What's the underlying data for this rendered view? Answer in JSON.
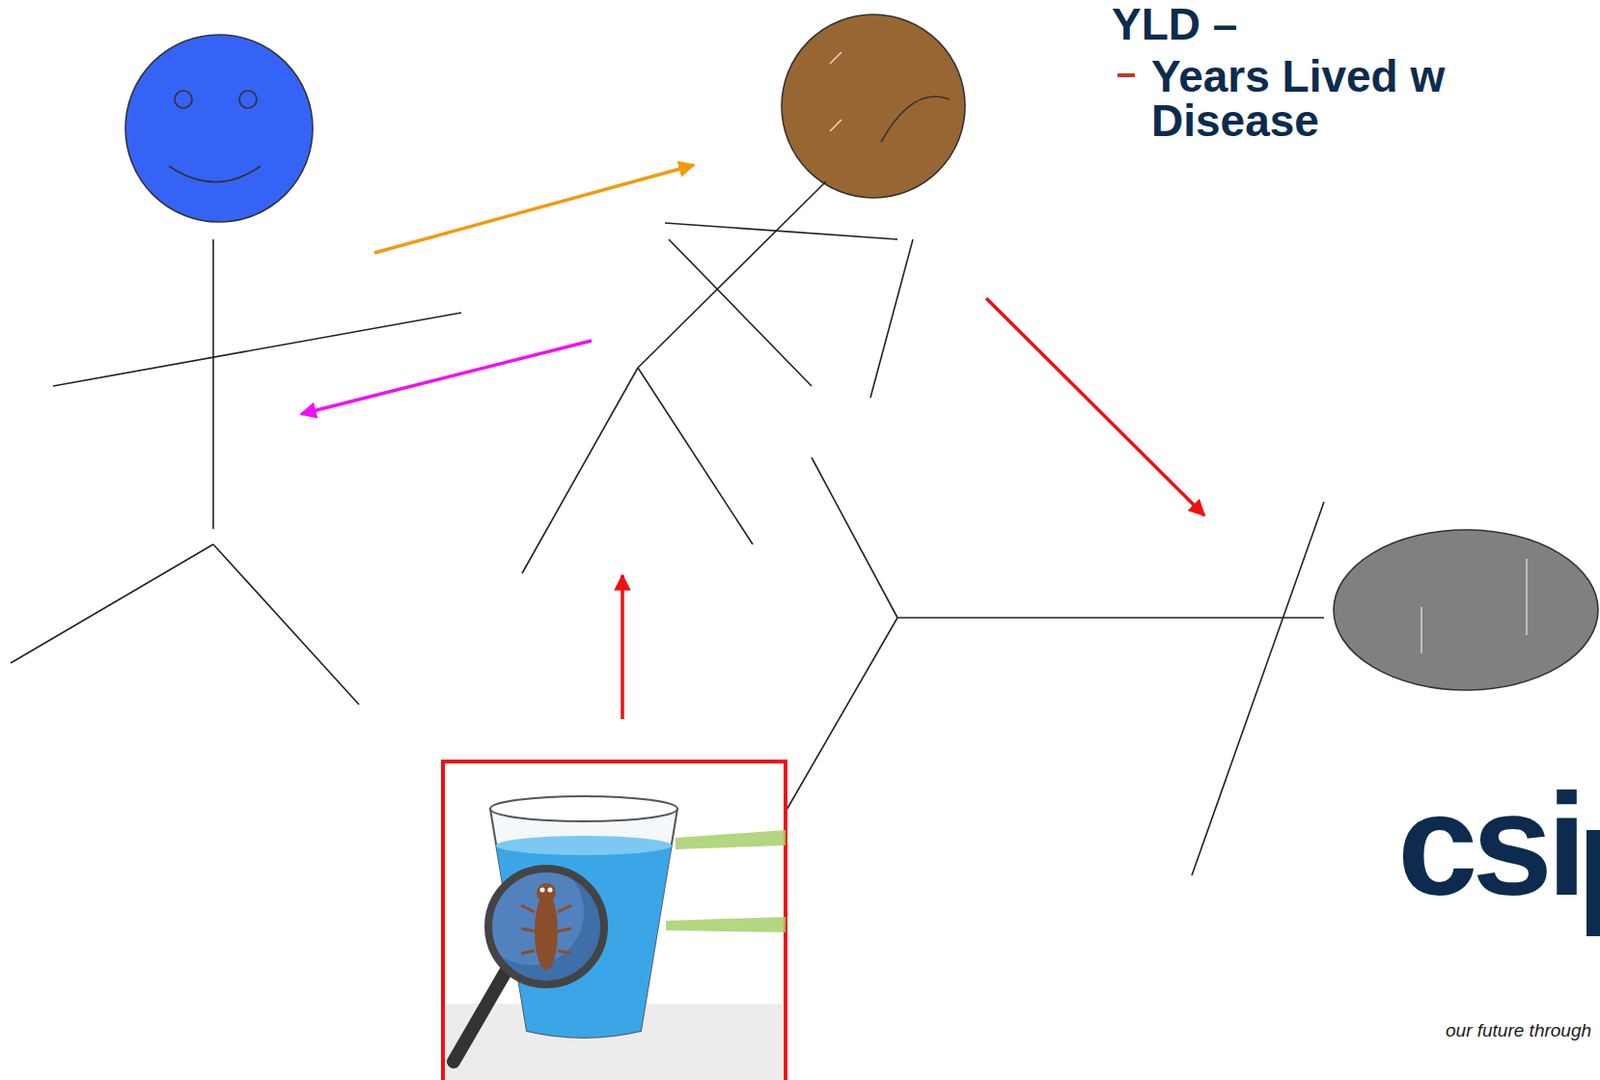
{
  "diagram": {
    "labels": [
      "YLD –",
      "Years Lived w Disease",
      "csi",
      "our future through"
    ]
  }
}
